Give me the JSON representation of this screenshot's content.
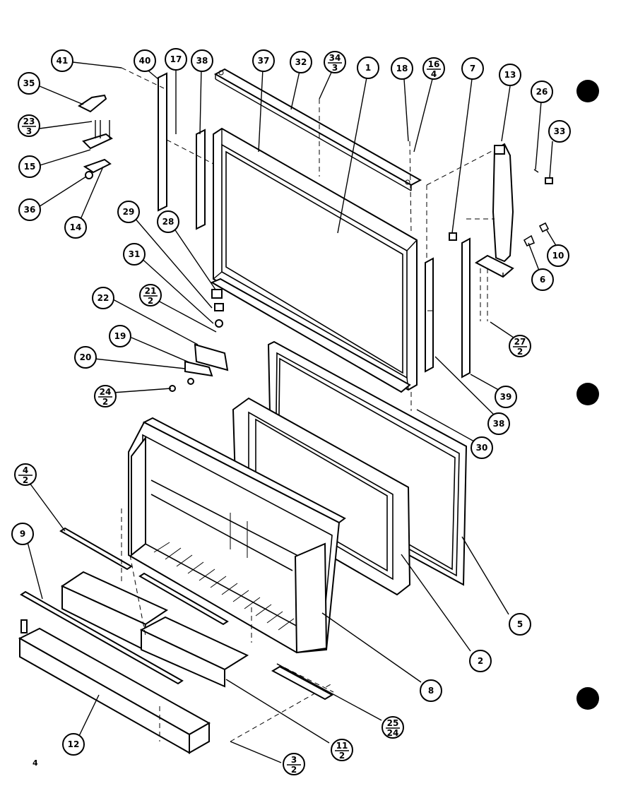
{
  "diagram": {
    "callouts": [
      {
        "id": "41",
        "label": "41"
      },
      {
        "id": "40",
        "label": "40"
      },
      {
        "id": "17",
        "label": "17"
      },
      {
        "id": "38a",
        "label": "38"
      },
      {
        "id": "37",
        "label": "37"
      },
      {
        "id": "32",
        "label": "32"
      },
      {
        "id": "34-3",
        "top": "34",
        "bottom": "3"
      },
      {
        "id": "1",
        "label": "1"
      },
      {
        "id": "18",
        "label": "18"
      },
      {
        "id": "16-4",
        "top": "16",
        "bottom": "4"
      },
      {
        "id": "7",
        "label": "7"
      },
      {
        "id": "13",
        "label": "13"
      },
      {
        "id": "26",
        "label": "26"
      },
      {
        "id": "33",
        "label": "33"
      },
      {
        "id": "35",
        "label": "35"
      },
      {
        "id": "23-3",
        "top": "23",
        "bottom": "3"
      },
      {
        "id": "15",
        "label": "15"
      },
      {
        "id": "36",
        "label": "36"
      },
      {
        "id": "14",
        "label": "14"
      },
      {
        "id": "29",
        "label": "29"
      },
      {
        "id": "28",
        "label": "28"
      },
      {
        "id": "31",
        "label": "31"
      },
      {
        "id": "22",
        "label": "22"
      },
      {
        "id": "21-2",
        "top": "21",
        "bottom": "2"
      },
      {
        "id": "19",
        "label": "19"
      },
      {
        "id": "20",
        "label": "20"
      },
      {
        "id": "24-2",
        "top": "24",
        "bottom": "2"
      },
      {
        "id": "10",
        "label": "10"
      },
      {
        "id": "6",
        "label": "6"
      },
      {
        "id": "27-2",
        "top": "27",
        "bottom": "2"
      },
      {
        "id": "39",
        "label": "39"
      },
      {
        "id": "38b",
        "label": "38"
      },
      {
        "id": "30",
        "label": "30"
      },
      {
        "id": "4-2",
        "top": "4",
        "bottom": "2"
      },
      {
        "id": "9",
        "label": "9"
      },
      {
        "id": "5",
        "label": "5"
      },
      {
        "id": "2",
        "label": "2"
      },
      {
        "id": "8",
        "label": "8"
      },
      {
        "id": "25-24",
        "top": "25",
        "bottom": "24"
      },
      {
        "id": "11-2",
        "top": "11",
        "bottom": "2"
      },
      {
        "id": "3-2",
        "top": "3",
        "bottom": "2"
      },
      {
        "id": "12",
        "label": "12"
      }
    ],
    "page_number": "4"
  }
}
